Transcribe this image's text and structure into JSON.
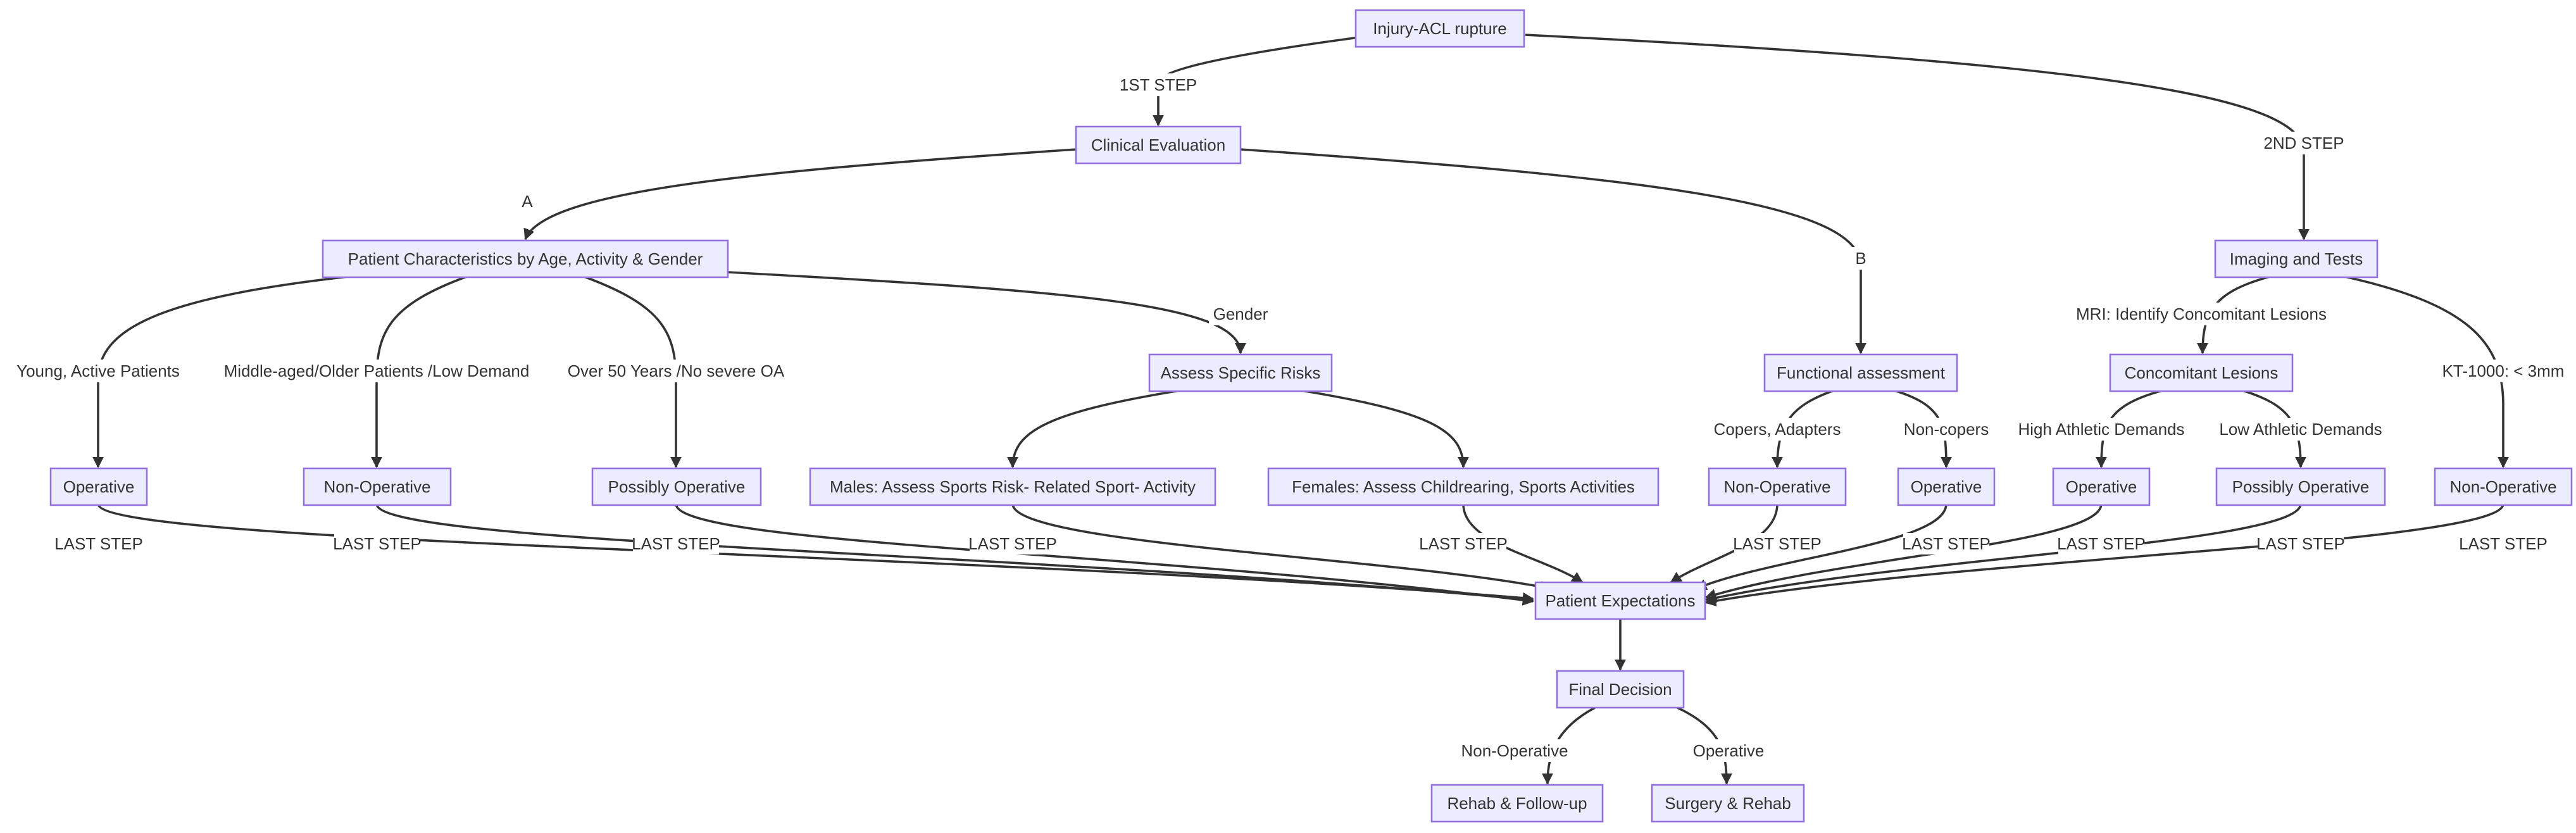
{
  "nodes": {
    "injury": "Injury-ACL rupture",
    "clinical": "Clinical Evaluation",
    "patient_char": "Patient Characteristics by Age, Activity & Gender",
    "imaging": "Imaging and Tests",
    "assess_risks": "Assess Specific Risks",
    "functional": "Functional assessment",
    "concomitant": "Concomitant Lesions",
    "op_young": "Operative",
    "nonop_middle": "Non-Operative",
    "possibly_over50": "Possibly Operative",
    "males": "Males: Assess Sports Risk- Related Sport- Activity",
    "females": "Females: Assess Childrearing, Sports Activities",
    "nonop_copers": "Non-Operative",
    "op_noncopers": "Operative",
    "op_high": "Operative",
    "possibly_low": "Possibly Operative",
    "nonop_kt": "Non-Operative",
    "expectations": "Patient Expectations",
    "final": "Final Decision",
    "rehab": "Rehab & Follow-up",
    "surgery": "Surgery & Rehab"
  },
  "edge_labels": {
    "first_step": "1ST STEP",
    "second_step": "2ND STEP",
    "a": "A",
    "b": "B",
    "gender": "Gender",
    "young": "Young, Active Patients",
    "middle": "Middle-aged/Older Patients /Low Demand",
    "over50": "Over 50 Years /No severe OA",
    "mri": "MRI: Identify Concomitant Lesions",
    "kt": "KT-1000: < 3mm",
    "copers": "Copers, Adapters",
    "noncopers": "Non-copers",
    "high": "High Athletic Demands",
    "low": "Low Athletic Demands",
    "last_step": "LAST STEP",
    "nonop_final": "Non-Operative",
    "op_final": "Operative"
  }
}
